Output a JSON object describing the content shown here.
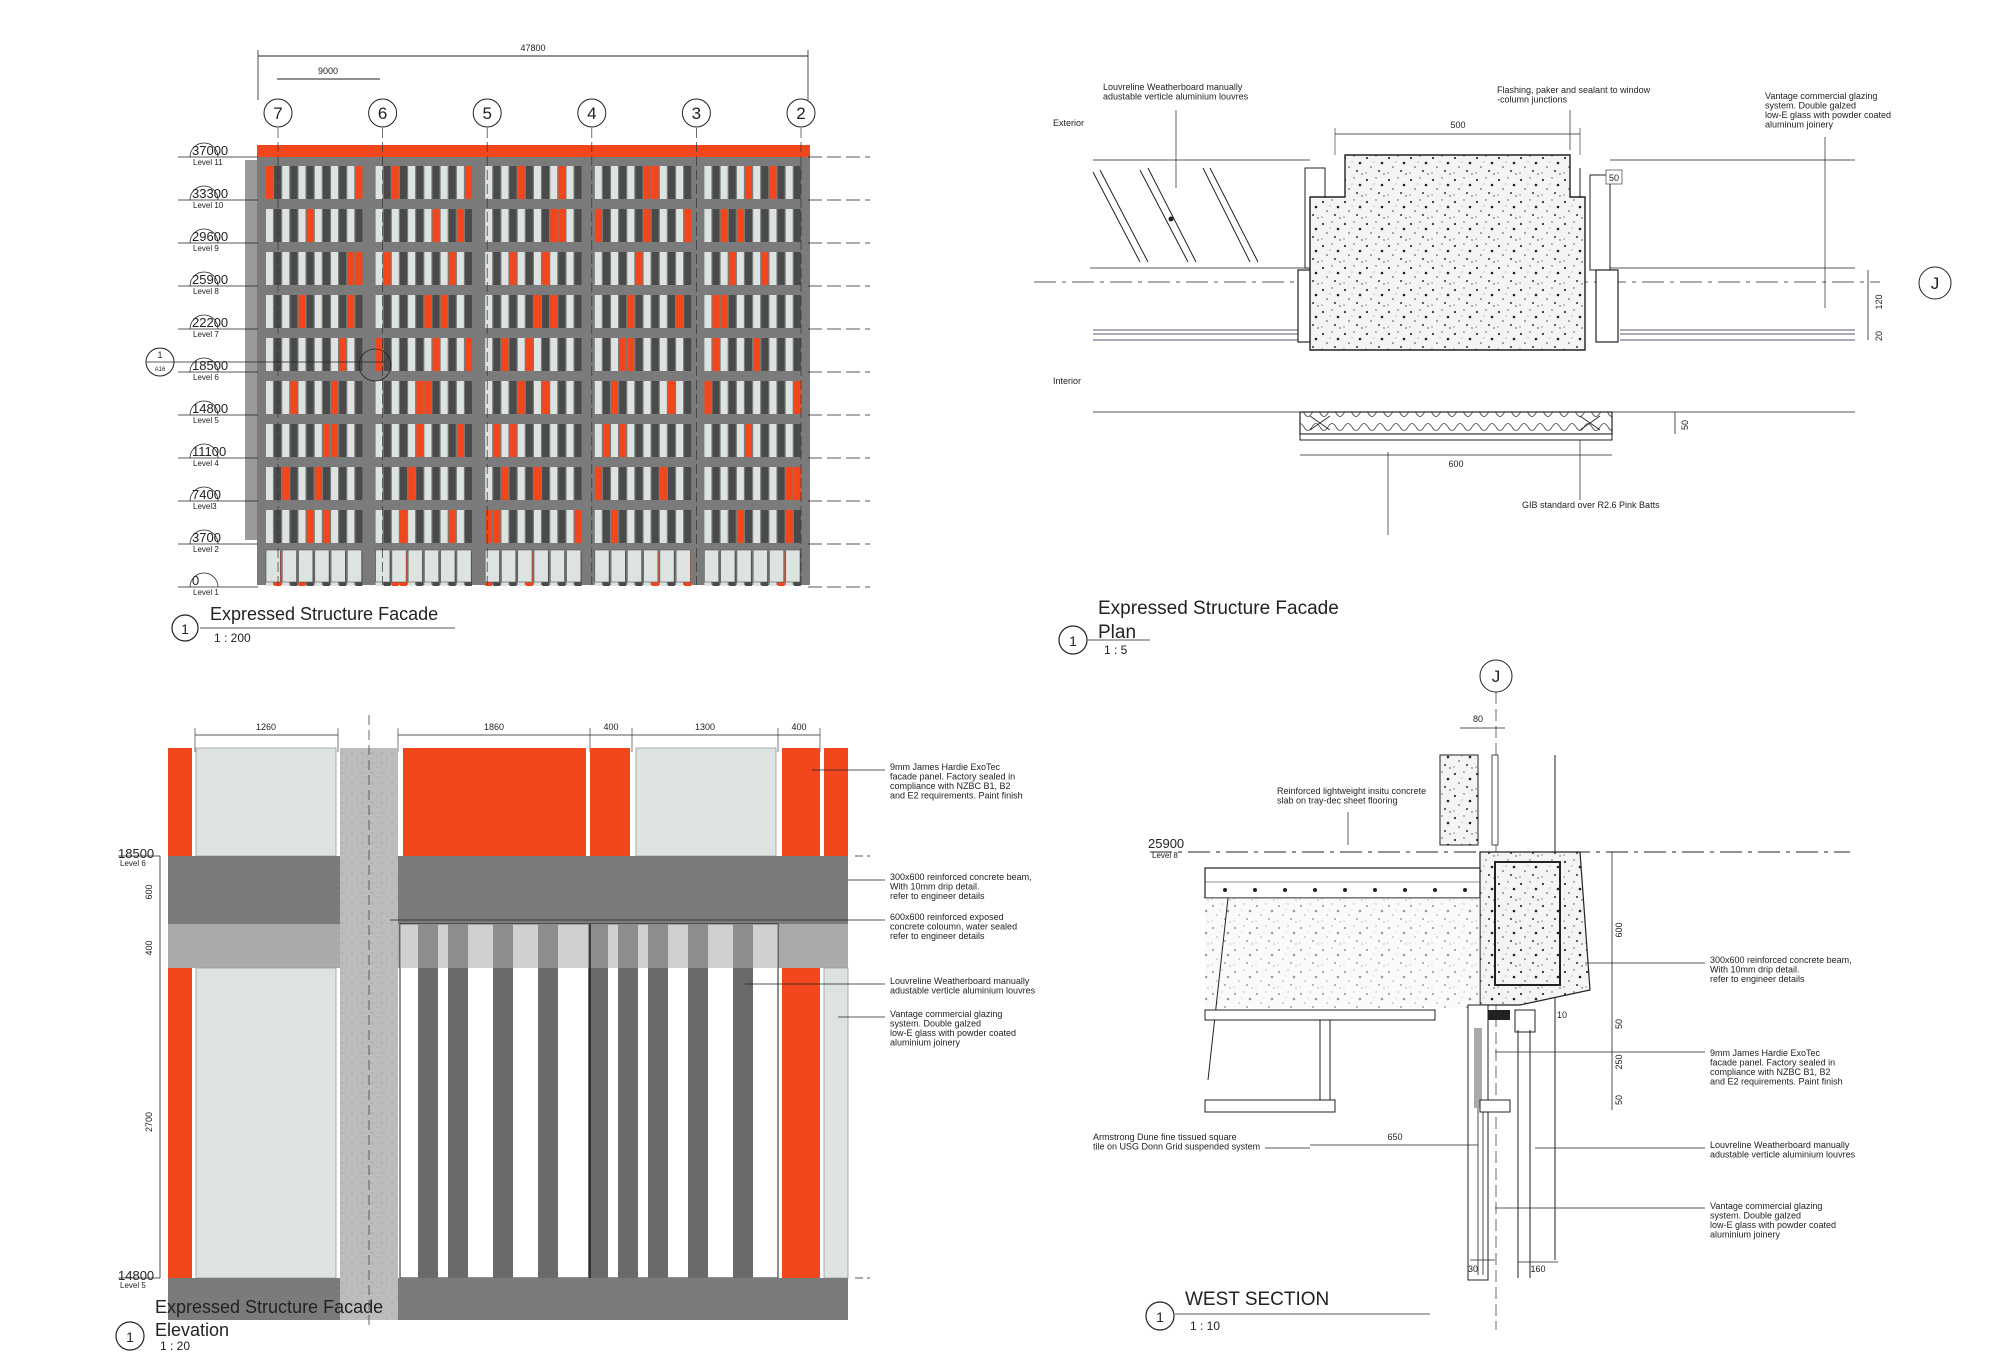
{
  "colors": {
    "accent_orange": "#F2471C",
    "frame_gray": "#7B7B7B",
    "glass": "#DDE3E0",
    "concrete": "#BDBDBD",
    "line": "#222222"
  },
  "elevation": {
    "title": "Expressed Structure Facade",
    "scale": "1 : 200",
    "view_number": "1",
    "overall_dim": "47800",
    "bay_dim": "9000",
    "gridlines": [
      "7",
      "6",
      "5",
      "4",
      "3",
      "2"
    ],
    "callout": {
      "number": "1",
      "sheet": "A16"
    },
    "levels": [
      {
        "value": "37000",
        "name": "Level 11"
      },
      {
        "value": "33300",
        "name": "Level 10"
      },
      {
        "value": "29600",
        "name": "Level 9"
      },
      {
        "value": "25900",
        "name": "Level 8"
      },
      {
        "value": "22200",
        "name": "Level 7"
      },
      {
        "value": "18500",
        "name": "Level 6"
      },
      {
        "value": "14800",
        "name": "Level 5"
      },
      {
        "value": "11100",
        "name": "Level 4"
      },
      {
        "value": "7400",
        "name": "Level3"
      },
      {
        "value": "3700",
        "name": "Level 2"
      },
      {
        "value": "0",
        "name": "Level 1"
      }
    ]
  },
  "plan": {
    "title": "Expressed Structure Facade",
    "subtitle": "Plan",
    "scale": "1 : 5",
    "view_number": "1",
    "gridline": "J",
    "labels": {
      "exterior": "Exterior",
      "interior": "Interior"
    },
    "dims": {
      "top": "500",
      "bottom": "600",
      "d50a": "50",
      "d120": "120",
      "d20": "20",
      "d50b": "50"
    },
    "notes": {
      "louvres": "Louvreline Weatherboard manually\nadustable verticle aluminium louvres",
      "flashing": "Flashing, paker and sealant to window\n-column junctions",
      "glazing": "Vantage commercial glazing\nsystem. Double galzed\nlow-E glass with powder coated\naluminum joinery",
      "gib": "GIB standard over R2.6 Pink Batts"
    }
  },
  "detail_elevation": {
    "title": "Expressed Structure Facade",
    "subtitle": "Elevation",
    "scale": "1 : 20",
    "view_number": "1",
    "levels": [
      {
        "value": "18500",
        "name": "Level 6"
      },
      {
        "value": "14800",
        "name": "Level 5"
      }
    ],
    "dims": {
      "w1260": "1260",
      "w1860": "1860",
      "w400a": "400",
      "w1300": "1300",
      "w400b": "400",
      "h600": "600",
      "h400": "400",
      "h2700": "2700"
    },
    "notes": {
      "panel": "9mm James Hardie ExoTec\nfacade panel. Factory sealed in\ncompliance with NZBC B1, B2\nand E2 requirements. Paint finish",
      "beam": "300x600 reinforced concrete beam,\nWith 10mm drip detail.\nrefer to engineer details",
      "column": "600x600 reinforced exposed\nconcrete coloumn, water sealed\nrefer to engineer details",
      "louvres": "Louvreline Weatherboard manually\nadustable verticle aluminium louvres",
      "glazing": "Vantage commercial glazing\nsystem. Double galzed\nlow-E glass with powder coated\naluminium joinery"
    }
  },
  "section": {
    "title": "WEST SECTION",
    "scale": "1 : 10",
    "view_number": "1",
    "gridline": "J",
    "level": {
      "value": "25900",
      "name": "Level 8"
    },
    "dims": {
      "d80": "80",
      "d600": "600",
      "d10": "10",
      "d50a": "50",
      "d250": "250",
      "d50b": "50",
      "d650": "650",
      "d30": "30",
      "d160": "160"
    },
    "notes": {
      "slab": "Reinforced lightweight insitu concrete\nslab on tray-dec sheet flooring",
      "beam": "300x600 reinforced concrete beam,\nWith 10mm drip detail.\nrefer to engineer details",
      "panel": "9mm James Hardie ExoTec\nfacade panel. Factory sealed in\ncompliance with NZBC B1, B2\nand E2 requirements. Paint finish",
      "ceiling": "Armstrong Dune fine tissued square\ntile on USG Donn Grid suspended system",
      "louvres": "Louvreline Weatherboard manually\nadustable verticle aluminium louvres",
      "glazing": "Vantage commercial glazing\nsystem. Double galzed\nlow-E glass with powder coated\naluminium joinery"
    }
  }
}
